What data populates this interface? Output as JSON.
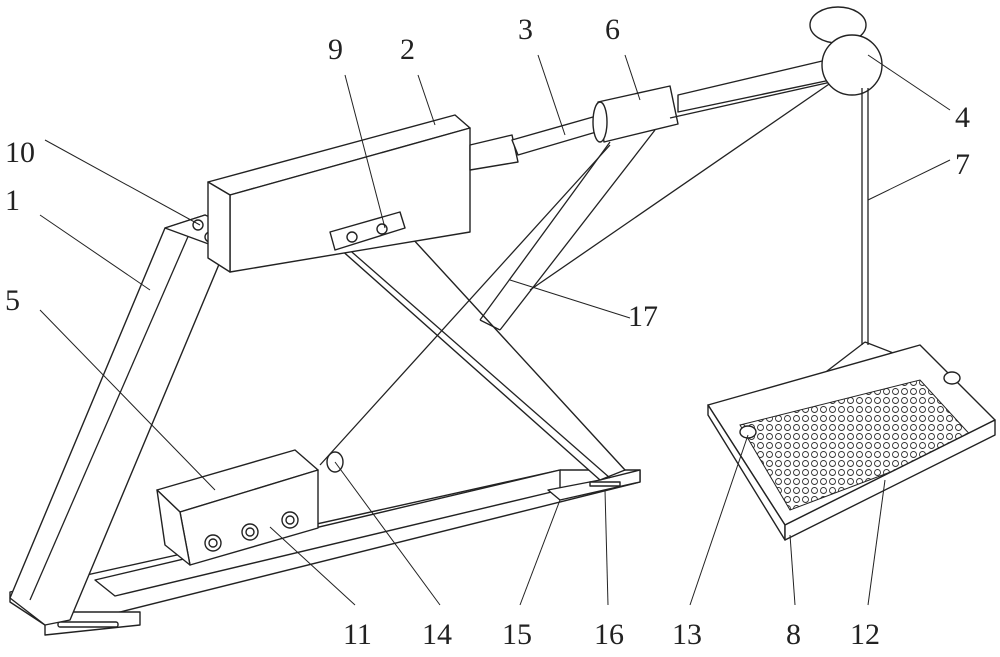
{
  "figure": {
    "labels": {
      "l1": "1",
      "l2": "2",
      "l3": "3",
      "l4": "4",
      "l5": "5",
      "l6": "6",
      "l7": "7",
      "l8": "8",
      "l9": "9",
      "l10": "10",
      "l11": "11",
      "l12": "12",
      "l13": "13",
      "l14": "14",
      "l15": "15",
      "l16": "16",
      "l17": "17"
    }
  }
}
